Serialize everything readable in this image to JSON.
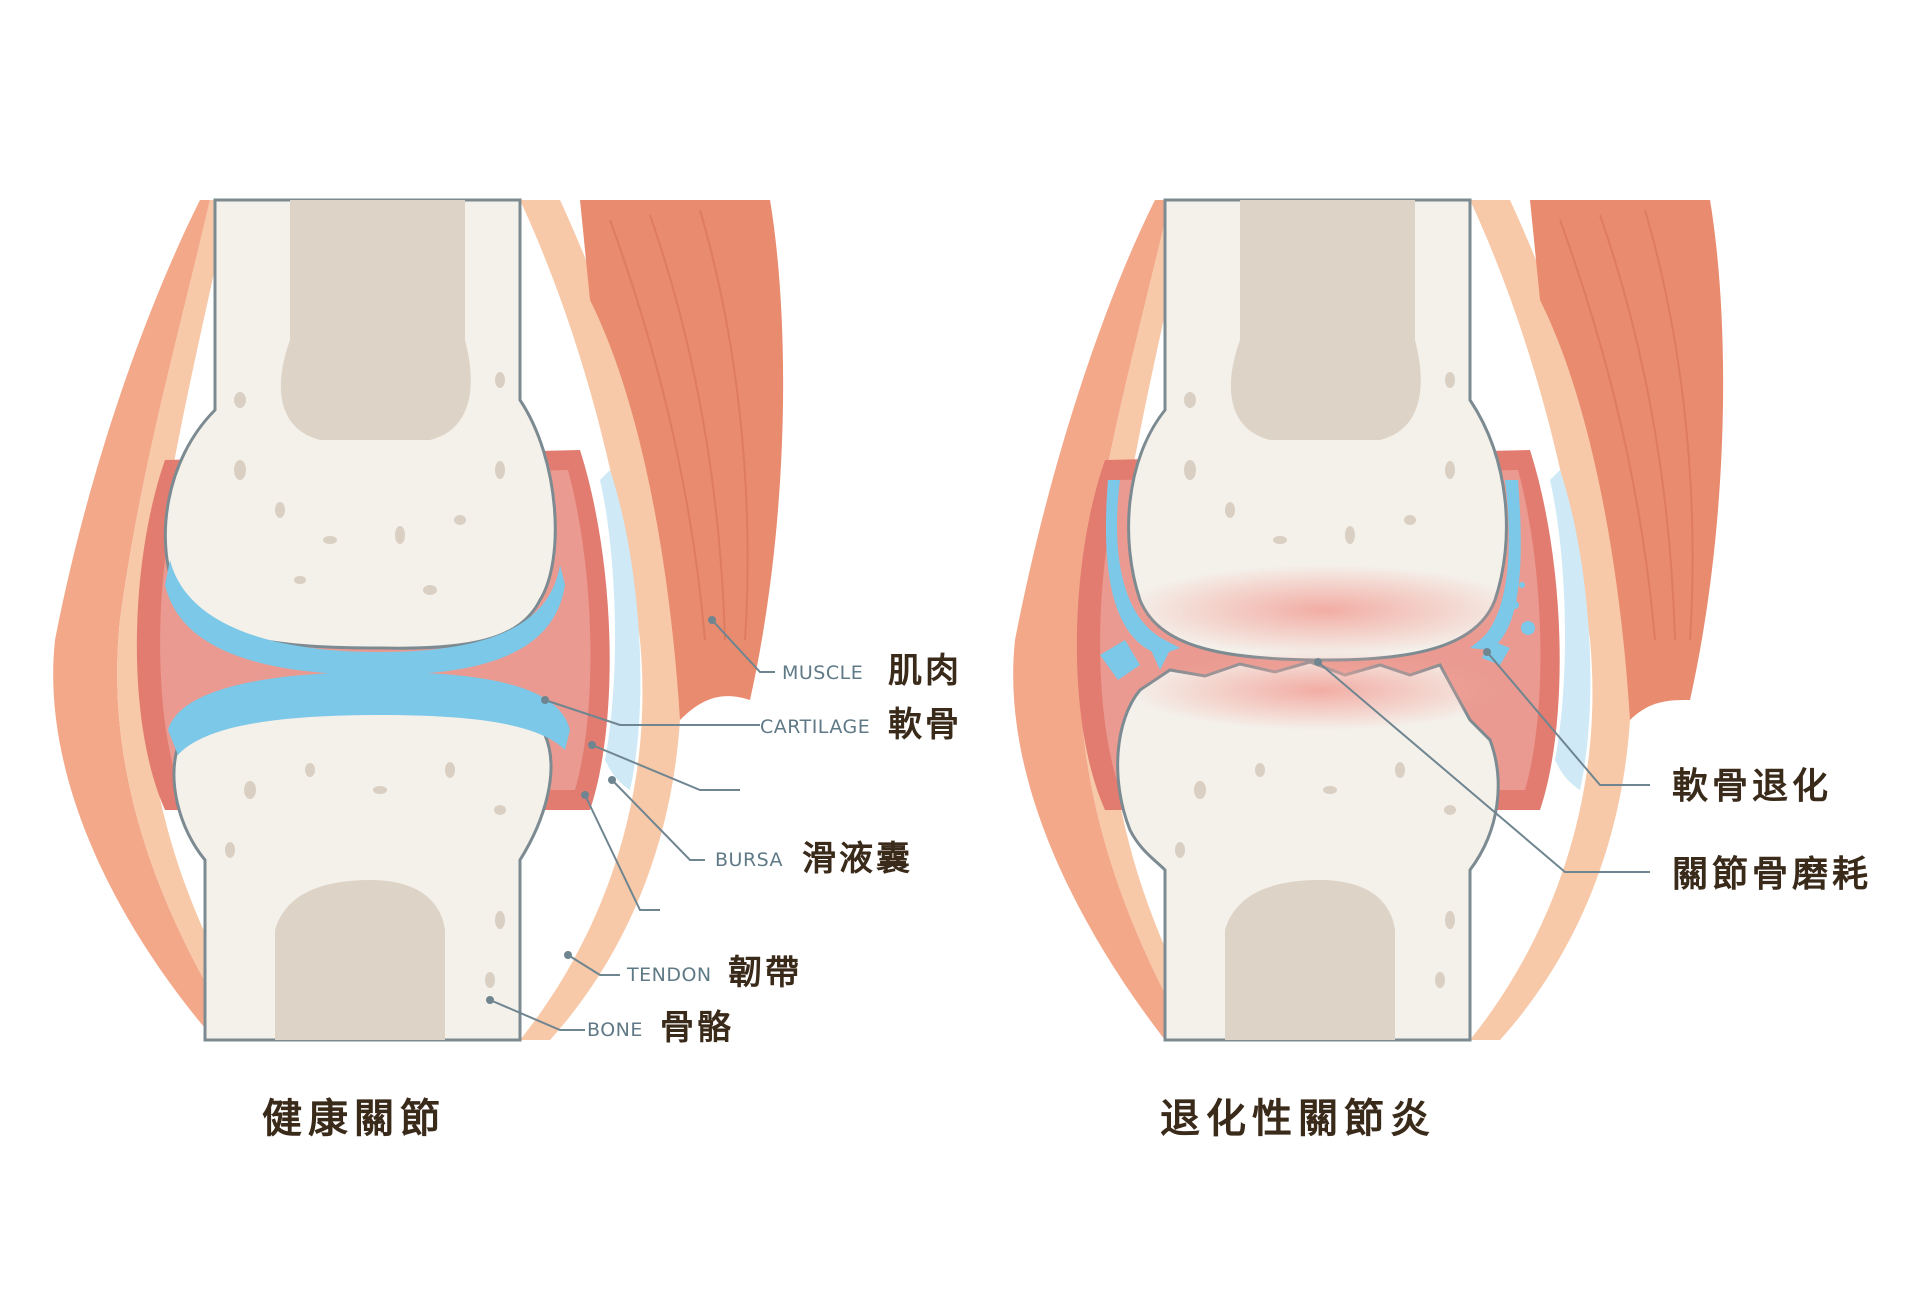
{
  "healthy": {
    "caption": "健康關節",
    "labels": {
      "muscle_en": "MUSCLE",
      "muscle_zh": "肌肉",
      "cartilage_en": "CARTILAGE",
      "cartilage_zh": "軟骨",
      "bursa_en": "BURSA",
      "bursa_zh": "滑液囊",
      "tendon_en": "TENDON",
      "tendon_zh": "韌帶",
      "bone_en": "BONE",
      "bone_zh": "骨骼"
    }
  },
  "osteoarthritis": {
    "caption": "退化性關節炎",
    "labels": {
      "cartilage_degeneration": "軟骨退化",
      "bone_wear": "關節骨磨耗"
    }
  },
  "colors": {
    "muscle": "#e98b6f",
    "tendon": "#f7c9a8",
    "capsule": "#e27c70",
    "cartilage": "#7cc8e8",
    "bone": "#f4f0ea",
    "marrow": "#ddd3c7",
    "fluid": "#cfe9f6"
  }
}
